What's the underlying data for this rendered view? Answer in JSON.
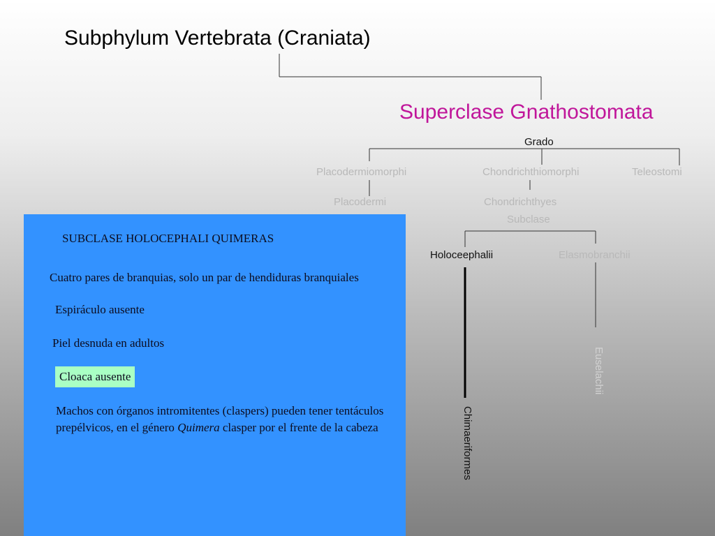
{
  "title": "Subphylum Vertebrata (Craniata)",
  "superclass": "Superclase Gnathostomata",
  "grado": "Grado",
  "grades": [
    "Placodermiomorphi",
    "Chondrichthiomorphi",
    "Teleostomi"
  ],
  "classes": [
    "Placodermi",
    "Chondrichthyes"
  ],
  "subclase": "Subclase",
  "subclasses": [
    "Holoceephalii",
    "Elasmobranchii"
  ],
  "orders": [
    "Chimaeriformes",
    "Euselachii"
  ],
  "panel": {
    "heading": "SUBCLASE HOLOCEPHALI QUIMERAS",
    "items": [
      "Cuatro pares de branquias, solo un par de hendiduras branquiales",
      "Espiráculo ausente",
      "Piel desnuda en adultos",
      "Cloaca ausente"
    ],
    "para_a": "Machos con órganos intromitentes (claspers) pueden tener tentáculos prepélvicos, en el género ",
    "para_em": "Quimera",
    "para_b": " clasper por el frente de la cabeza"
  }
}
